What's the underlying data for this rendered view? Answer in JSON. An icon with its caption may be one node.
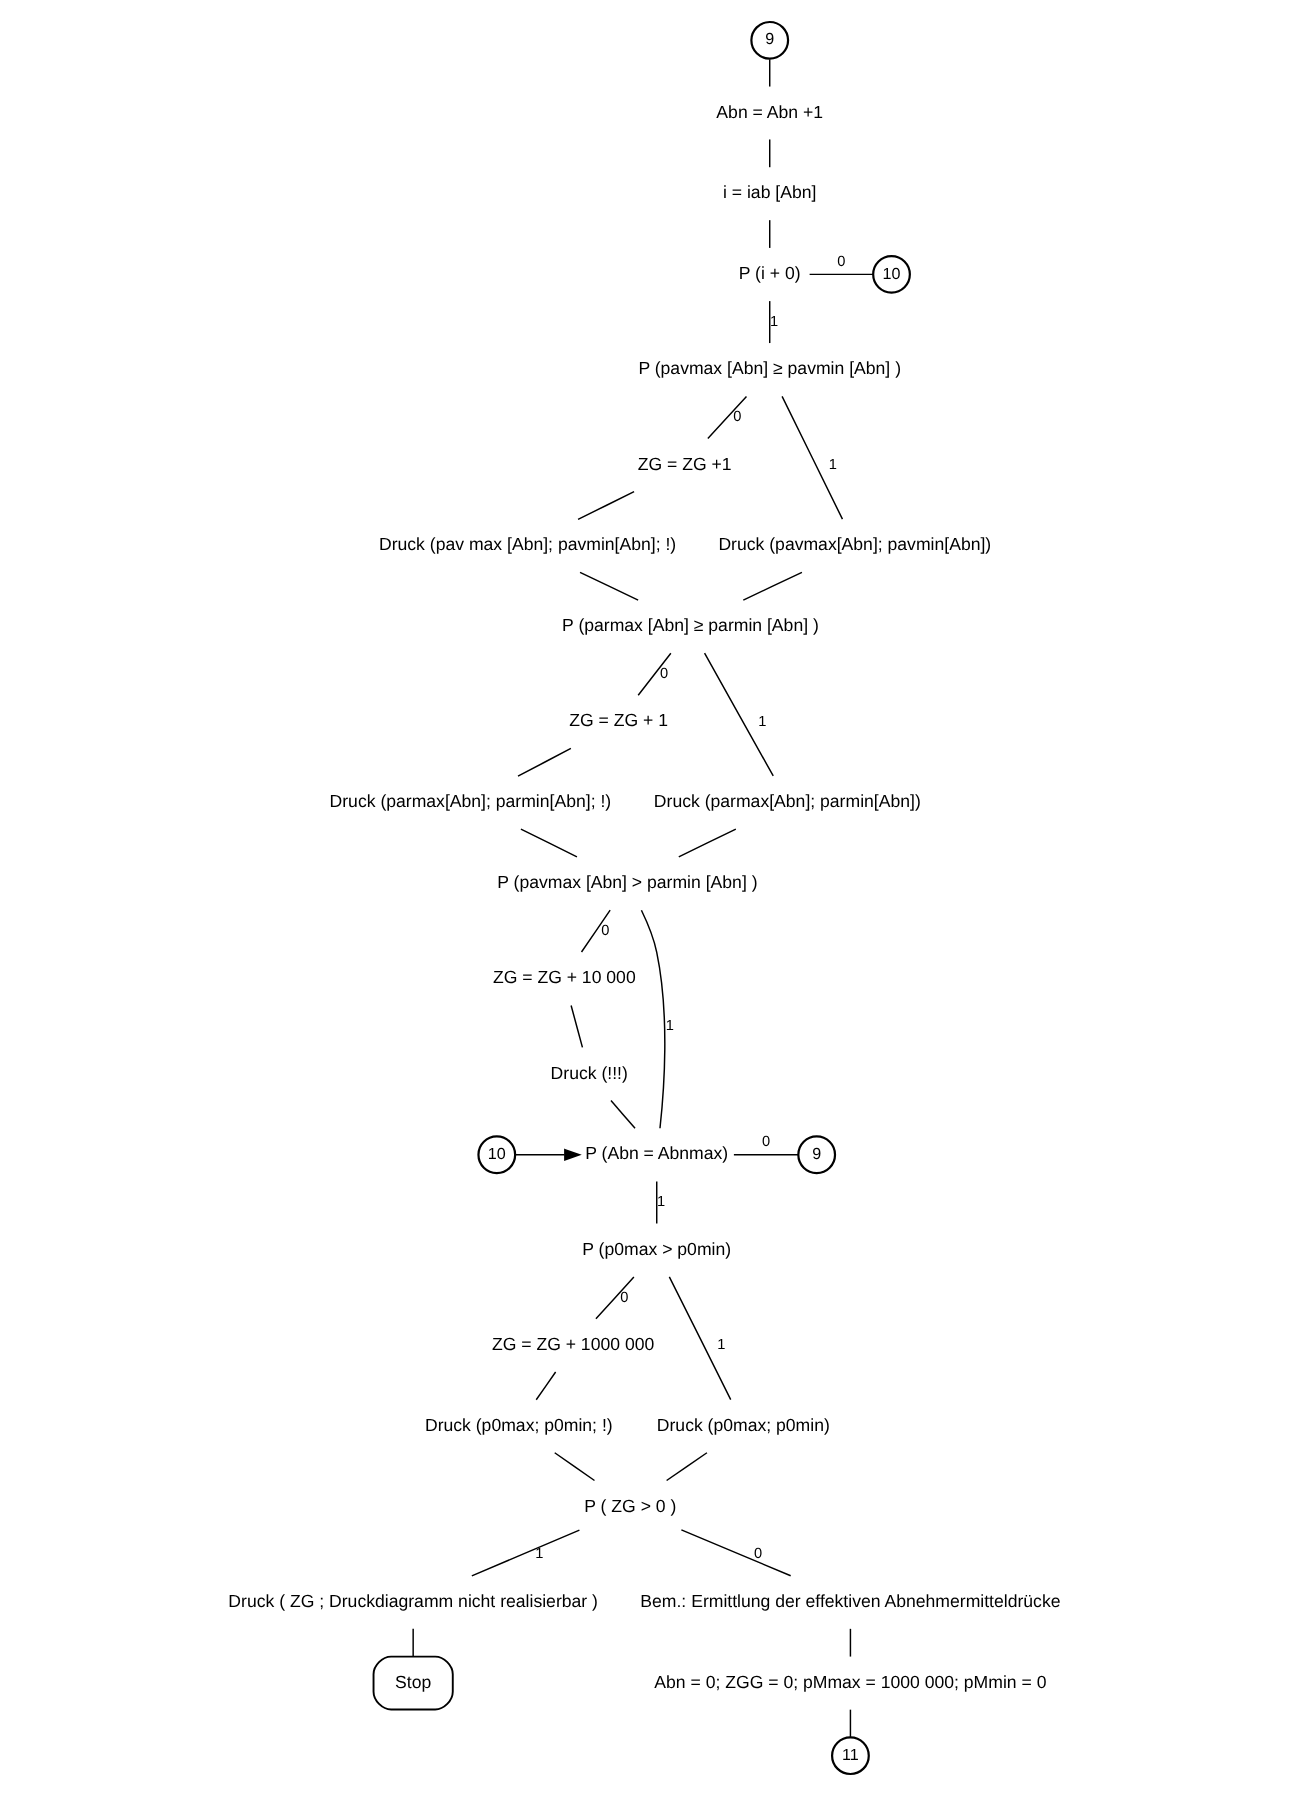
{
  "diagram": {
    "nodes": [
      {
        "text": [
          "9"
        ]
      },
      {
        "text": [
          "Abn = Abn +1"
        ]
      },
      {
        "text": [
          "i = iab [Abn]"
        ]
      },
      {
        "text": [
          "P (i + 0)"
        ]
      },
      {
        "text": [
          "10"
        ]
      },
      {
        "text": [
          "P (pavmax [Abn] ≥ pavmin [Abn] )"
        ]
      },
      {
        "text": [
          "ZG = ZG +1"
        ]
      },
      {
        "text": [
          "Druck (pav max [Abn]; pavmin[Abn]; !)"
        ]
      },
      {
        "text": [
          "Druck (pavmax[Abn]; pavmin[Abn])"
        ]
      },
      {
        "text": [
          "P (parmax [Abn] ≥ parmin [Abn] )"
        ]
      },
      {
        "text": [
          "ZG = ZG + 1"
        ]
      },
      {
        "text": [
          "Druck (parmax[Abn]; parmin[Abn]; !)"
        ]
      },
      {
        "text": [
          "Druck (parmax[Abn]; parmin[Abn])"
        ]
      },
      {
        "text": [
          "P (pavmax [Abn] > parmin [Abn] )"
        ]
      },
      {
        "text": [
          "ZG = ZG + 10 000"
        ]
      },
      {
        "text": [
          "Druck (!!!)"
        ]
      },
      {
        "text": [
          "10"
        ]
      },
      {
        "text": [
          "P (Abn = Abnmax)"
        ]
      },
      {
        "text": [
          "9"
        ]
      },
      {
        "text": [
          "P (p0max > p0min)"
        ]
      },
      {
        "text": [
          "ZG = ZG + 1000 000"
        ]
      },
      {
        "text": [
          "Druck (p0max; p0min; !)"
        ]
      },
      {
        "text": [
          "Druck (p0max; p0min)"
        ]
      },
      {
        "text": [
          "P ( ZG > 0 )"
        ]
      },
      {
        "text": [
          "Druck ( ZG ; Druckdiagramm nicht realisierbar )"
        ]
      },
      {
        "text": [
          "Stop"
        ]
      },
      {
        "text": [
          "Bem.: Ermittlung der effektiven Abnehmermitteldrücke"
        ]
      },
      {
        "text": [
          "Abn = 0; ZGG = 0; pMmax = 1000 000; pMmin = 0"
        ]
      },
      {
        "text": [
          "11"
        ]
      }
    ],
    "edges": [
      {
        "from": 0,
        "to": 1,
        "arrow": "none"
      },
      {
        "from": 1,
        "to": 2,
        "arrow": "none"
      },
      {
        "from": 2,
        "to": 3,
        "arrow": "none"
      },
      {
        "from": 3,
        "to": 4,
        "arrow": "none",
        "label": "0"
      },
      {
        "from": 3,
        "to": 5,
        "arrow": "none",
        "label": "1"
      },
      {
        "from": 5,
        "to": 6,
        "arrow": "none",
        "label": "0"
      },
      {
        "from": 6,
        "to": 7,
        "arrow": "none"
      },
      {
        "from": 5,
        "to": 8,
        "arrow": "none",
        "label": "1"
      },
      {
        "from": 7,
        "to": 9,
        "arrow": "none"
      },
      {
        "from": 8,
        "to": 9,
        "arrow": "none"
      },
      {
        "from": 9,
        "to": 10,
        "arrow": "none",
        "label": "0"
      },
      {
        "from": 10,
        "to": 11,
        "arrow": "none"
      },
      {
        "from": 9,
        "to": 12,
        "arrow": "none",
        "label": "1"
      },
      {
        "from": 11,
        "to": 13,
        "arrow": "none"
      },
      {
        "from": 12,
        "to": 13,
        "arrow": "none"
      },
      {
        "from": 13,
        "to": 14,
        "arrow": "none",
        "label": "0"
      },
      {
        "from": 14,
        "to": 15,
        "arrow": "none"
      },
      {
        "from": 13,
        "to": 17,
        "arrow": "none",
        "label": "1"
      },
      {
        "from": 15,
        "to": 17,
        "arrow": "none"
      },
      {
        "from": 16,
        "to": 17,
        "arrow": "to"
      },
      {
        "from": 17,
        "to": 18,
        "arrow": "none",
        "label": "0"
      },
      {
        "from": 17,
        "to": 19,
        "arrow": "none",
        "label": "1"
      },
      {
        "from": 19,
        "to": 20,
        "arrow": "none",
        "label": "0"
      },
      {
        "from": 20,
        "to": 21,
        "arrow": "none"
      },
      {
        "from": 19,
        "to": 22,
        "arrow": "none",
        "label": "1"
      },
      {
        "from": 21,
        "to": 23,
        "arrow": "none"
      },
      {
        "from": 22,
        "to": 23,
        "arrow": "none"
      },
      {
        "from": 23,
        "to": 26,
        "arrow": "none",
        "label": "0"
      },
      {
        "from": 23,
        "to": 24,
        "arrow": "none",
        "label": "1"
      },
      {
        "from": 24,
        "to": 25,
        "arrow": "none"
      },
      {
        "from": 26,
        "to": 27,
        "arrow": "none"
      },
      {
        "from": 27,
        "to": 28,
        "arrow": "none"
      }
    ]
  }
}
